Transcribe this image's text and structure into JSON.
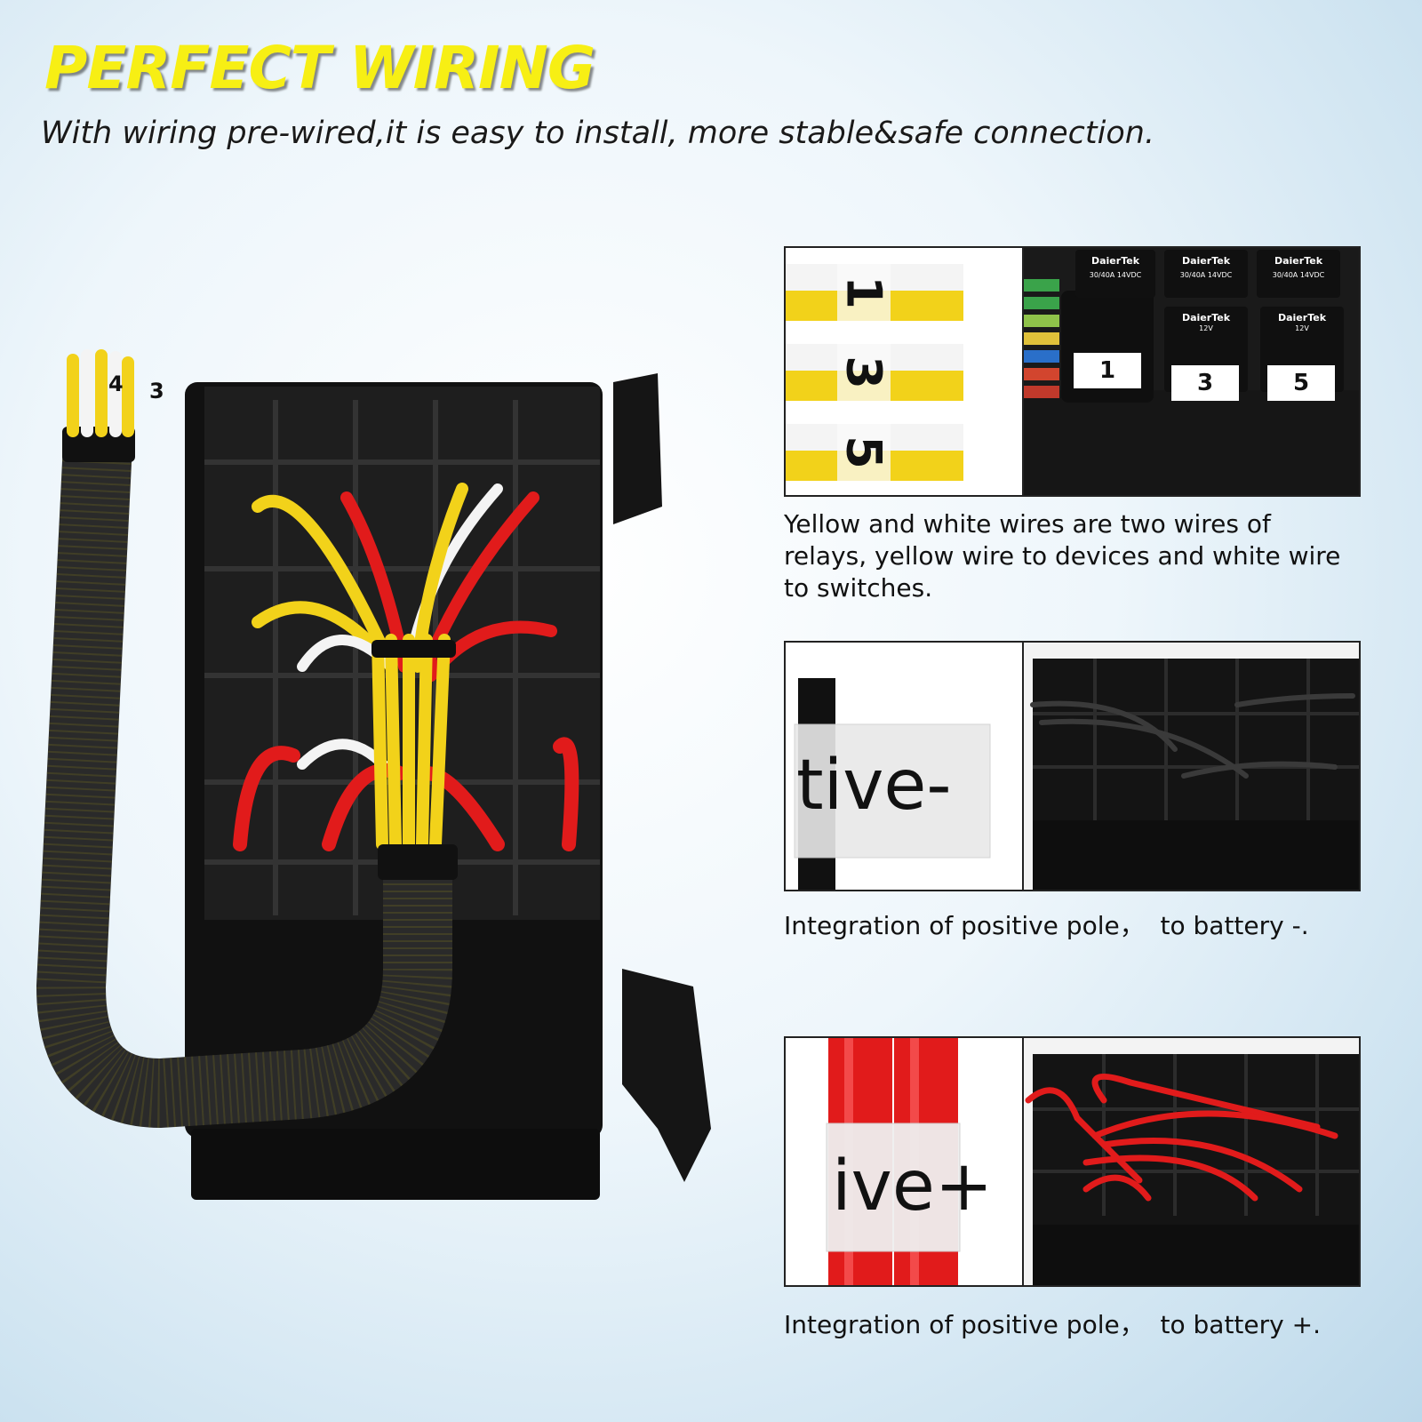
{
  "header": {
    "title": "PERFECT WIRING",
    "subtitle": "With wiring pre-wired,it is easy to install, more stable&safe connection."
  },
  "hero": {
    "wire_tags": [
      "4",
      "3"
    ]
  },
  "panels": [
    {
      "wire_numbers": [
        "1",
        "3",
        "5"
      ],
      "relay_brand": "DaierTek",
      "relay_voltage": "12V",
      "relay_rating_a": "30/40A",
      "relay_rating_v": "14VDC",
      "slot_labels": [
        "1",
        "3",
        "5"
      ],
      "caption": "Yellow and white wires are two wires of relays, yellow wire to devices and white wire to switches."
    },
    {
      "sticker_text": "tive-",
      "caption": "Integration of positive pole，  to battery -."
    },
    {
      "sticker_text": "ive+",
      "caption": "Integration of positive pole，  to battery +."
    }
  ],
  "colors": {
    "headline": "#f7ef14",
    "wire_yellow": "#f2d21a",
    "wire_red": "#e11b1b",
    "wire_white": "#f4f4f4",
    "housing": "#1b1b1b"
  }
}
